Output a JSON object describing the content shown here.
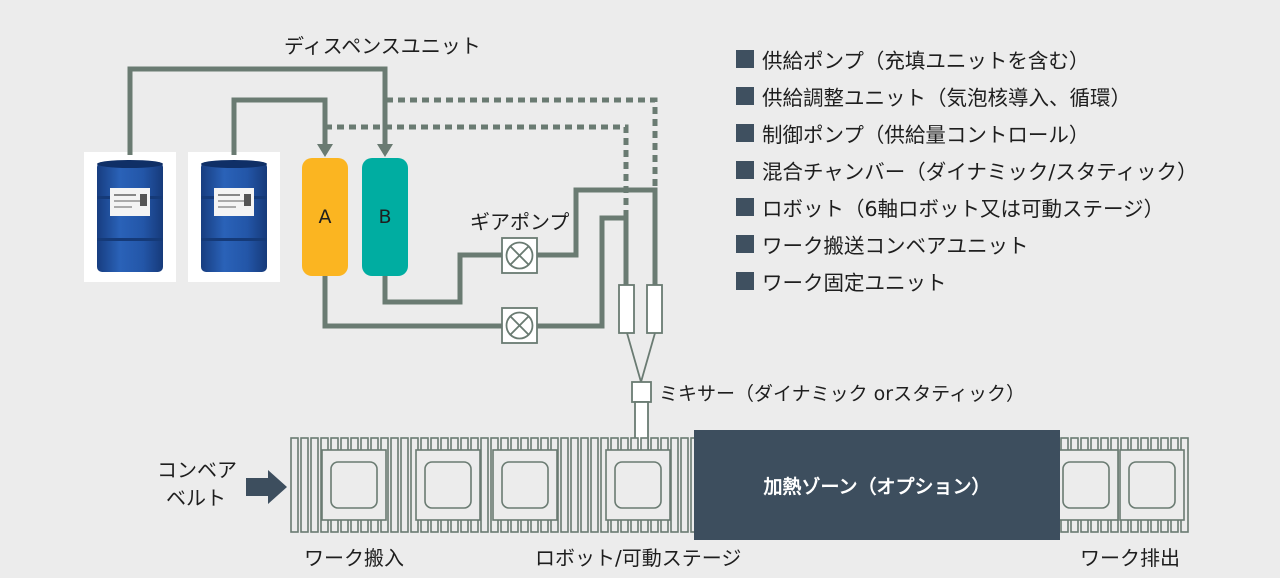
{
  "labels": {
    "dispense_unit": "ディスペンスユニット",
    "gear_pump": "ギアポンプ",
    "mixer": "ミキサー（ダイナミック orスタティック）",
    "conveyor_belt_line1": "コンベア",
    "conveyor_belt_line2": "ベルト",
    "work_in": "ワーク搬入",
    "robot_stage": "ロボット/可動ステージ",
    "work_out": "ワーク排出",
    "heat_zone": "加熱ゾーン（オプション）"
  },
  "tanks": [
    {
      "label": "A",
      "color": "#fbb521"
    },
    {
      "label": "B",
      "color": "#00ada1"
    }
  ],
  "legend": [
    "供給ポンプ（充填ユニットを含む）",
    "供給調整ユニット（気泡核導入、循環）",
    "制御ポンプ（供給量コントロール）",
    "混合チャンバー（ダイナミック/スタティック）",
    "ロボット（6軸ロボット又は可動ステージ）",
    "ワーク搬送コンベアユニット",
    "ワーク固定ユニット"
  ],
  "colors": {
    "pipe": "#6a7b72",
    "legend_square": "#3f5060",
    "heat_zone": "#3d4e5e",
    "drum_blue": "#1f4fa0",
    "arrow": "#3d4e5e"
  }
}
